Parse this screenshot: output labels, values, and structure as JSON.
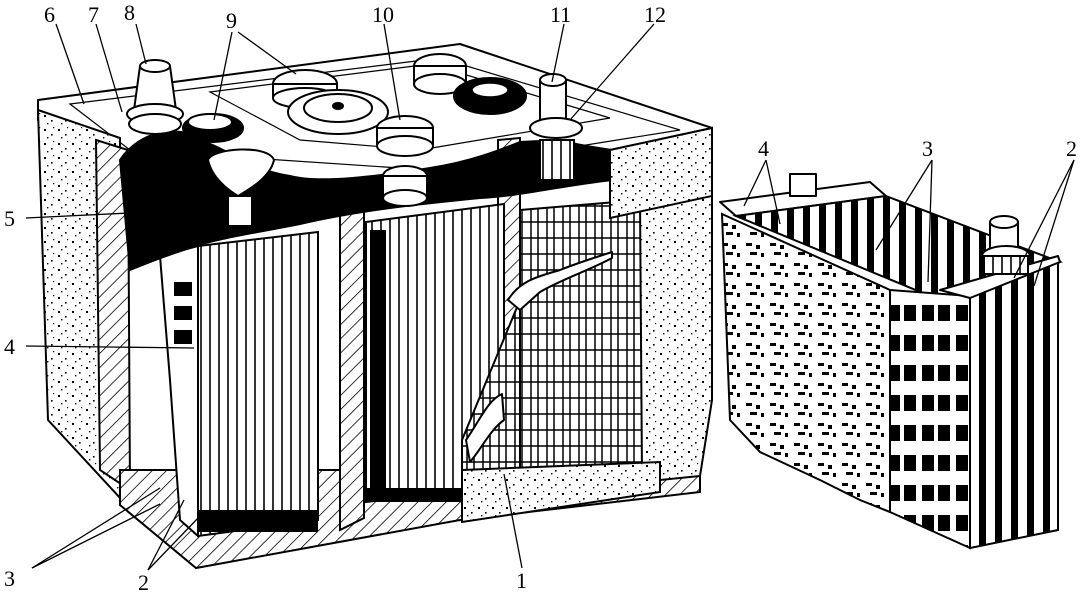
{
  "callouts": {
    "c1": "1",
    "c2_left": "2",
    "c2_right": "2",
    "c3_left": "3",
    "c3_right": "3",
    "c4_left": "4",
    "c4_right": "4",
    "c5": "5",
    "c6": "6",
    "c7": "7",
    "c8": "8",
    "c9": "9",
    "c10": "10",
    "c11": "11",
    "c12": "12"
  }
}
